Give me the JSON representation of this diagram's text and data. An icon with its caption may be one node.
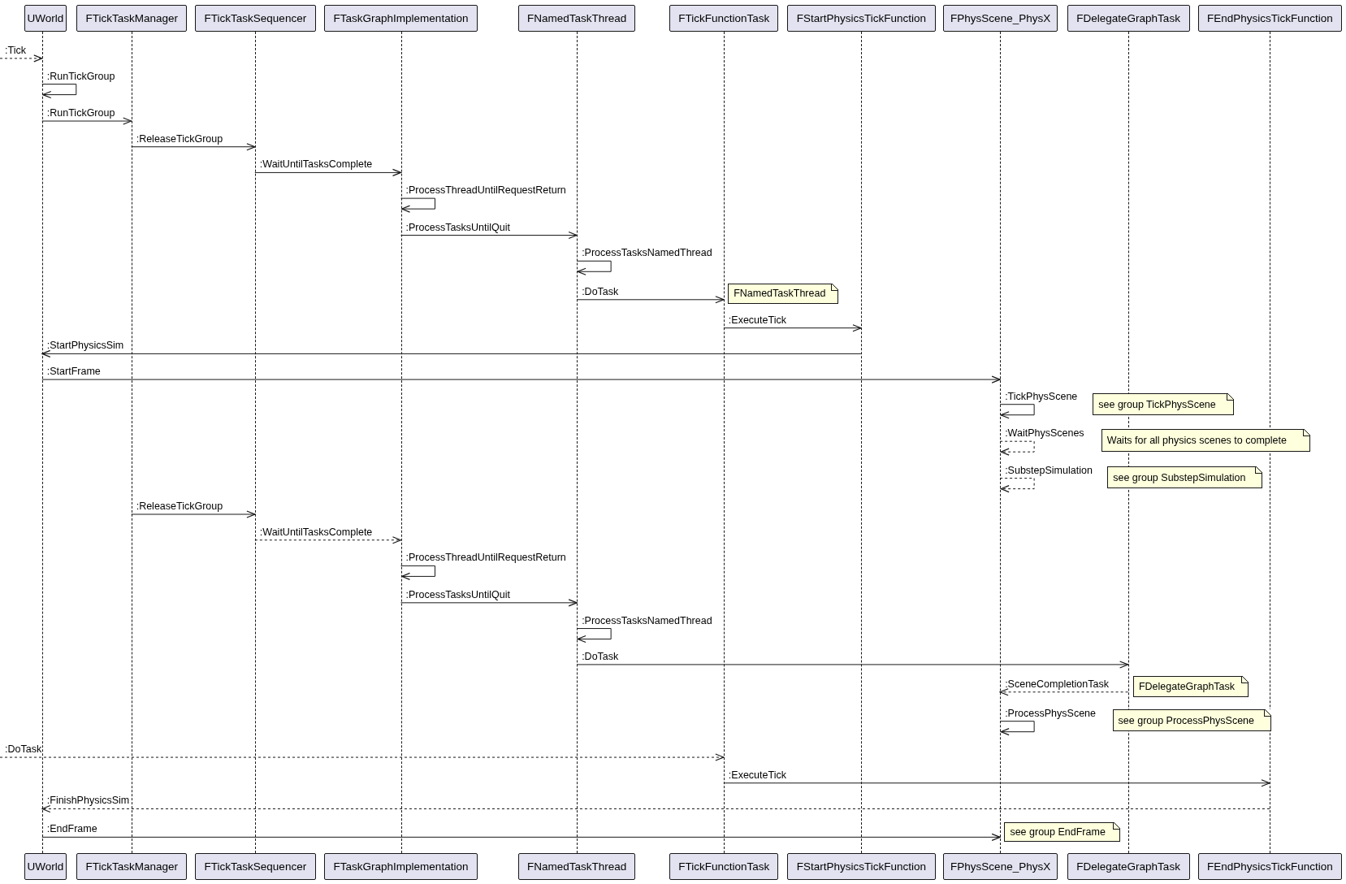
{
  "diagram": {
    "nodes": [
      {
        "text": [
          "UWorld"
        ]
      },
      {
        "text": [
          "FTickTaskManager"
        ]
      },
      {
        "text": [
          "FTickTaskSequencer"
        ]
      },
      {
        "text": [
          "FTaskGraphImplementation"
        ]
      },
      {
        "text": [
          "FNamedTaskThread"
        ]
      },
      {
        "text": [
          "FTickFunctionTask"
        ]
      },
      {
        "text": [
          "FStartPhysicsTickFunction"
        ]
      },
      {
        "text": [
          "FPhysScene_PhysX"
        ]
      },
      {
        "text": [
          "FDelegateGraphTask"
        ]
      },
      {
        "text": [
          "FEndPhysicsTickFunction"
        ]
      },
      {
        "text": [],
        "shape": "line"
      },
      {
        "text": [],
        "shape": "line"
      },
      {
        "text": [],
        "shape": "line"
      },
      {
        "text": [],
        "shape": "line"
      },
      {
        "text": [],
        "shape": "line"
      },
      {
        "text": [],
        "shape": "line"
      },
      {
        "text": [],
        "shape": "line"
      },
      {
        "text": [],
        "shape": "line"
      },
      {
        "text": [],
        "shape": "line"
      },
      {
        "text": [],
        "shape": "line"
      },
      {
        "text": [
          "FNamedTaskThread"
        ]
      },
      {
        "text": [
          "see group TickPhysScene"
        ]
      },
      {
        "text": [
          "Waits for all physics scenes to complete"
        ]
      },
      {
        "text": [
          "see group SubstepSimulation"
        ]
      },
      {
        "text": [
          "FDelegateGraphTask"
        ]
      },
      {
        "text": [
          "see group ProcessPhysScene"
        ]
      },
      {
        "text": [
          "see group EndFrame"
        ]
      },
      {
        "text": [
          "UWorld"
        ]
      },
      {
        "text": [
          "FTickTaskManager"
        ]
      },
      {
        "text": [
          "FTickTaskSequencer"
        ]
      },
      {
        "text": [
          "FTaskGraphImplementation"
        ]
      },
      {
        "text": [
          "FNamedTaskThread"
        ]
      },
      {
        "text": [
          "FTickFunctionTask"
        ]
      },
      {
        "text": [
          "FStartPhysicsTickFunction"
        ]
      },
      {
        "text": [
          "FPhysScene_PhysX"
        ]
      },
      {
        "text": [
          "FDelegateGraphTask"
        ]
      },
      {
        "text": [
          "FEndPhysicsTickFunction"
        ]
      }
    ],
    "edges": [
      {
        "from": null,
        "to": 10,
        "arrow": "to",
        "style": "dashed",
        "label": ":Tick"
      },
      {
        "from": 10,
        "to": 10,
        "arrow": "to",
        "label": ":RunTickGroup"
      },
      {
        "from": 10,
        "to": 11,
        "arrow": "to",
        "label": ":RunTickGroup"
      },
      {
        "from": 11,
        "to": 12,
        "arrow": "to",
        "label": ":ReleaseTickGroup"
      },
      {
        "from": 12,
        "to": 13,
        "arrow": "to",
        "label": ":WaitUntilTasksComplete"
      },
      {
        "from": 13,
        "to": 13,
        "arrow": "to",
        "label": ":ProcessThreadUntilRequestReturn"
      },
      {
        "from": 13,
        "to": 14,
        "arrow": "to",
        "label": ":ProcessTasksUntilQuit"
      },
      {
        "from": 14,
        "to": 14,
        "arrow": "to",
        "label": ":ProcessTasksNamedThread"
      },
      {
        "from": 14,
        "to": 15,
        "arrow": "to",
        "label": ":DoTask"
      },
      {
        "from": 15,
        "to": 16,
        "arrow": "to",
        "label": ":ExecuteTick"
      },
      {
        "from": 16,
        "to": 10,
        "arrow": "to",
        "label": ":StartPhysicsSim"
      },
      {
        "from": 10,
        "to": 17,
        "arrow": "to",
        "label": ":StartFrame"
      },
      {
        "from": 17,
        "to": 17,
        "arrow": "to",
        "label": ":TickPhysScene"
      },
      {
        "from": 17,
        "to": 17,
        "arrow": "to",
        "style": "dashed",
        "label": ":WaitPhysScenes"
      },
      {
        "from": 17,
        "to": 17,
        "arrow": "to",
        "style": "dashed",
        "label": ":SubstepSimulation"
      },
      {
        "from": 11,
        "to": 12,
        "arrow": "to",
        "label": ":ReleaseTickGroup"
      },
      {
        "from": 12,
        "to": 13,
        "arrow": "to",
        "style": "dashed",
        "label": ":WaitUntilTasksComplete"
      },
      {
        "from": 13,
        "to": 13,
        "arrow": "to",
        "label": ":ProcessThreadUntilRequestReturn"
      },
      {
        "from": 13,
        "to": 14,
        "arrow": "to",
        "label": ":ProcessTasksUntilQuit"
      },
      {
        "from": 14,
        "to": 14,
        "arrow": "to",
        "label": ":ProcessTasksNamedThread"
      },
      {
        "from": 14,
        "to": 18,
        "arrow": "to",
        "label": ":DoTask"
      },
      {
        "from": 18,
        "to": 17,
        "arrow": "to",
        "style": "dashed",
        "label": ":SceneCompletionTask"
      },
      {
        "from": 17,
        "to": 17,
        "arrow": "to",
        "label": ":ProcessPhysScene"
      },
      {
        "from": null,
        "to": 15,
        "arrow": "to",
        "style": "dashed",
        "label": ":DoTask"
      },
      {
        "from": 15,
        "to": 19,
        "arrow": "to",
        "label": ":ExecuteTick"
      },
      {
        "from": 19,
        "to": 10,
        "arrow": "to",
        "style": "dashed",
        "label": ":FinishPhysicsSim"
      },
      {
        "from": 10,
        "to": 17,
        "arrow": "to",
        "label": ":EndFrame"
      }
    ]
  }
}
